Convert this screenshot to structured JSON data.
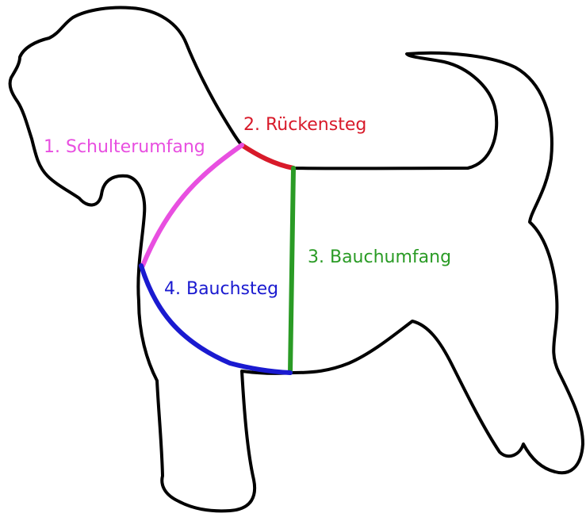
{
  "diagram": {
    "subject": "dog-silhouette-measurement-guide",
    "labels": {
      "schulterumfang": "1. Schulterumfang",
      "rueckensteg": "2. Rückensteg",
      "bauchumfang": "3. Bauchumfang",
      "bauchsteg": "4. Bauchsteg"
    },
    "colors": {
      "outline": "#000000",
      "schulterumfang": "#e84fe0",
      "rueckensteg": "#d81a2a",
      "bauchumfang": "#2a9b25",
      "bauchsteg": "#1a1ad0"
    }
  }
}
